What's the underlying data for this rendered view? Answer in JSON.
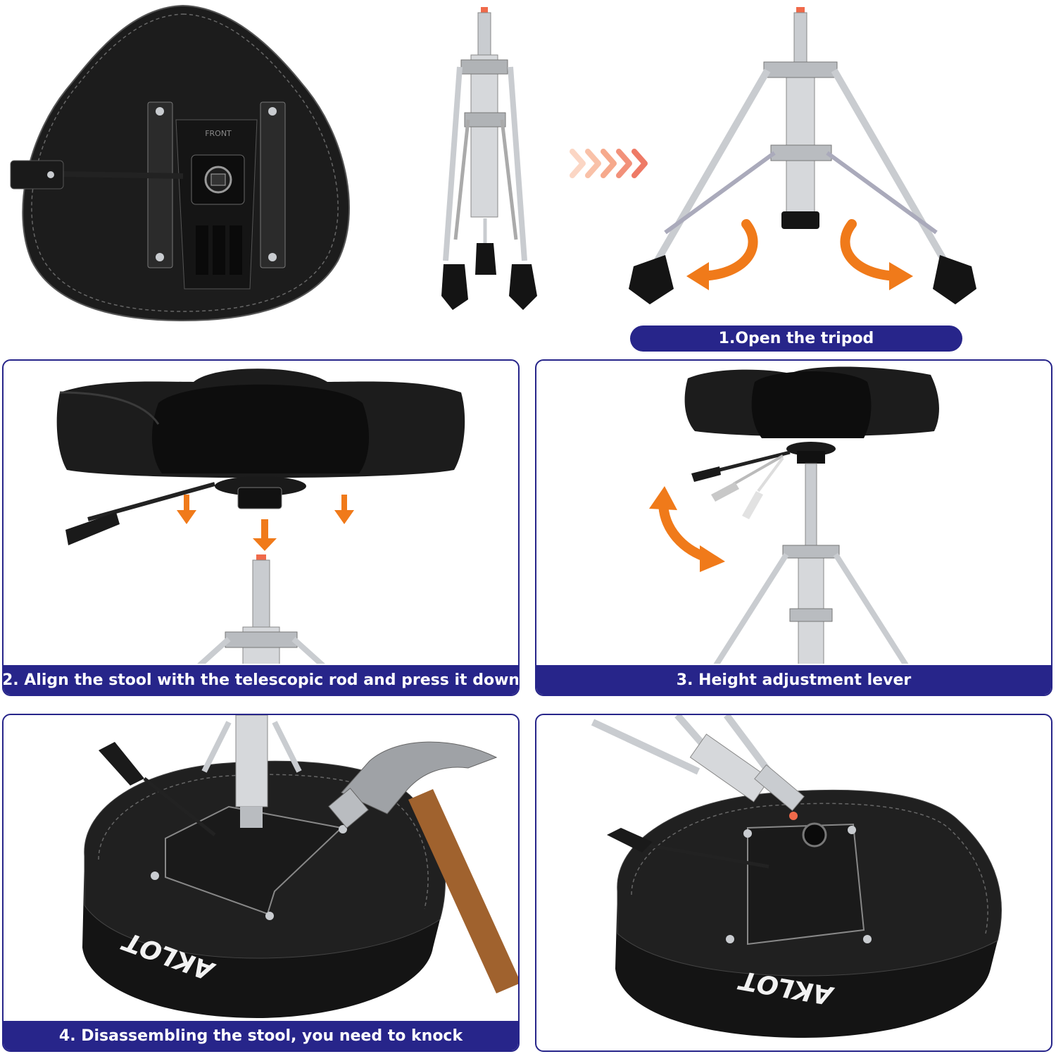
{
  "colors": {
    "accent_navy": "#27258a",
    "arrow_orange": "#f07a1a",
    "seat_black": "#1a1a1a",
    "chrome": "#c9ccd0",
    "handle_wood": "#a0622e"
  },
  "top": {
    "seat_bottom": {
      "stamp_text": "FRONT"
    },
    "arrow_chevrons_count": 5
  },
  "steps": [
    {
      "caption": "1.Open the tripod"
    },
    {
      "caption": "2.  Align the stool with the telescopic rod and press it down"
    },
    {
      "caption": "3. Height adjustment lever"
    },
    {
      "caption": "4. Disassembling the stool, you need to knock"
    }
  ],
  "brand": {
    "logo_text": "AKLOT"
  }
}
